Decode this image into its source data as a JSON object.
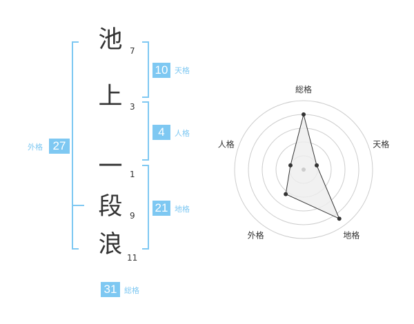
{
  "name_chars": [
    {
      "char": "池",
      "strokes": "7"
    },
    {
      "char": "上",
      "strokes": "3"
    },
    {
      "char": "一",
      "strokes": "1"
    },
    {
      "char": "段",
      "strokes": "9"
    },
    {
      "char": "浪",
      "strokes": "11"
    }
  ],
  "badges": {
    "tenkaku": {
      "value": "10",
      "label": "天格"
    },
    "jinkaku": {
      "value": "4",
      "label": "人格"
    },
    "chikaku": {
      "value": "21",
      "label": "地格"
    },
    "gaikaku": {
      "value": "27",
      "label": "外格"
    },
    "soukaku": {
      "value": "31",
      "label": "総格"
    }
  },
  "chart_data": {
    "type": "radar",
    "axes": [
      "総格",
      "天格",
      "地格",
      "外格",
      "人格"
    ],
    "values": [
      4.0,
      1.0,
      4.4,
      2.2,
      1.0
    ],
    "max": 5,
    "rings": 5,
    "colors": {
      "grid": "#cccccc",
      "fill": "#eeeeee",
      "line": "#333333",
      "point": "#333333"
    }
  }
}
